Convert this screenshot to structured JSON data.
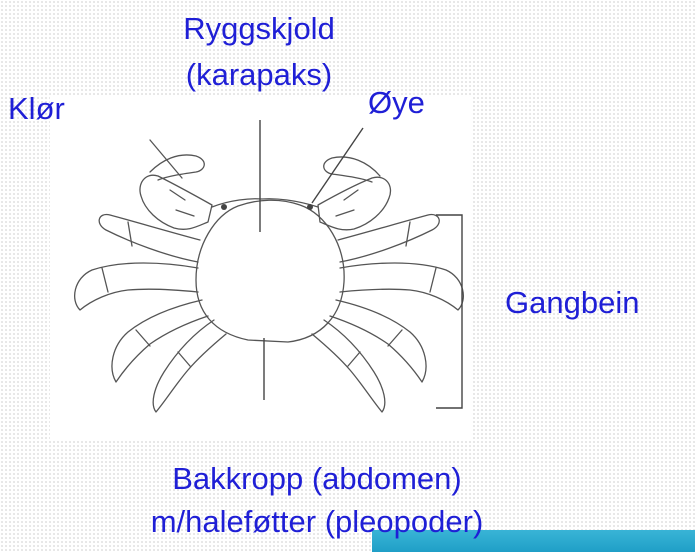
{
  "labels": {
    "carapace_line1": "Ryggskjold",
    "carapace_line2": "(karapaks)",
    "claws": "Klør",
    "eye": "Øye",
    "walking_legs": "Gangbein",
    "abdomen_line1": "Bakkropp (abdomen)",
    "abdomen_line2": "m/haleføtter (pleopoder)"
  },
  "colors": {
    "label_text": "#1f1fd6",
    "line_art": "#555555",
    "accent_bar": "#2aa9d0"
  }
}
